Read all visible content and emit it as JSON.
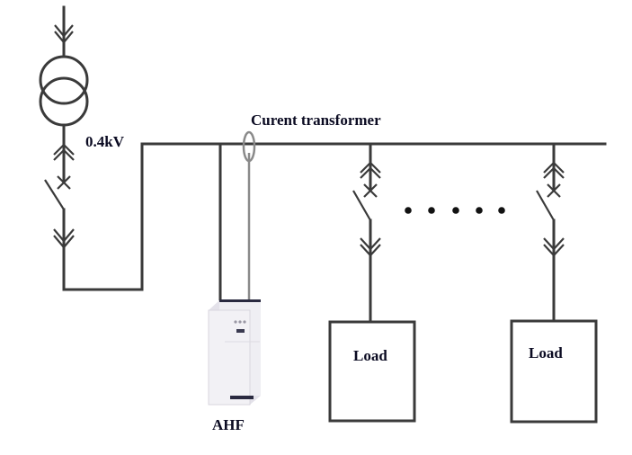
{
  "diagram": {
    "type": "single-line electrical schematic",
    "labels": {
      "voltage": "0.4kV",
      "current_transformer": "Curent transformer",
      "ahf": "AHF",
      "load_1": "Load",
      "load_2": "Load"
    },
    "components": [
      {
        "id": "transformer",
        "kind": "two-winding transformer"
      },
      {
        "id": "main-breaker",
        "kind": "withdrawable circuit breaker"
      },
      {
        "id": "busbar",
        "kind": "0.4kV bus"
      },
      {
        "id": "current-transformer",
        "kind": "current transformer"
      },
      {
        "id": "ahf",
        "kind": "active harmonic filter cabinet"
      },
      {
        "id": "feeder-breaker-1",
        "kind": "withdrawable circuit breaker"
      },
      {
        "id": "feeder-breaker-2",
        "kind": "withdrawable circuit breaker"
      },
      {
        "id": "load-1",
        "kind": "load"
      },
      {
        "id": "load-2",
        "kind": "load"
      }
    ],
    "ellipsis_dots": 5,
    "colors": {
      "wire": "#3a3a3a",
      "ct_wire": "#8a8a8a",
      "text": "#0b0b22",
      "cabinet_body": "#ecebf0",
      "cabinet_trim": "#2a2a40"
    }
  }
}
